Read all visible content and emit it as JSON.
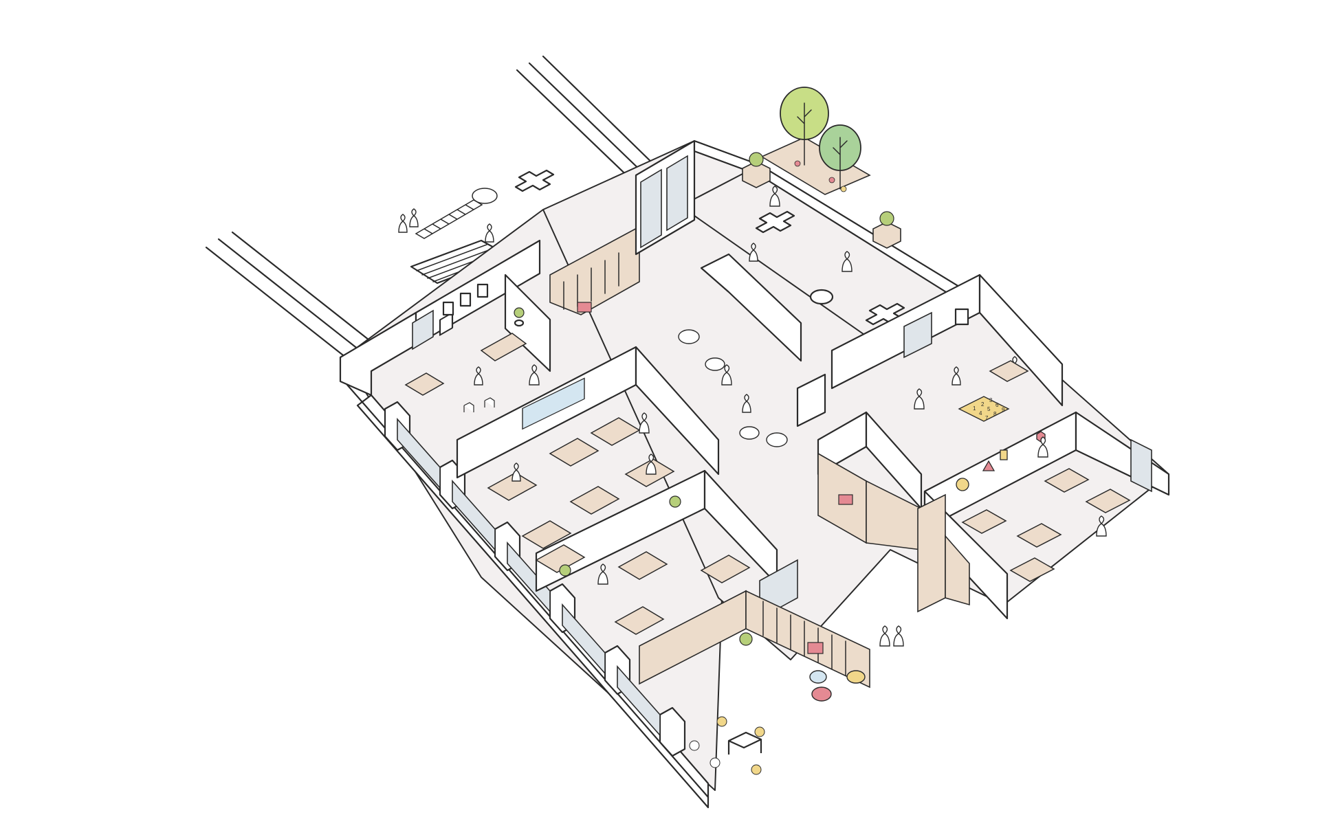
{
  "board": {
    "digits": [
      "1",
      "2",
      "3",
      "4",
      "5",
      "6",
      "7",
      "8",
      "9"
    ]
  },
  "colors": {
    "floor": "#f3f0f0",
    "wall": "#ffffff",
    "line": "#2a2a2a",
    "wood": "#ecdccb",
    "glass": "#dfe5ea",
    "tree_light": "#c8de86",
    "tree_mid": "#a9d29a",
    "accent_red": "#e48a93",
    "accent_yellow": "#f1d78a",
    "chalkboard": "#d4e6f1"
  },
  "icons": [
    "tree-icon",
    "person-icon",
    "chair-icon",
    "plant-icon",
    "cross-marking-icon",
    "hopscotch-icon",
    "beanbag-icon"
  ]
}
